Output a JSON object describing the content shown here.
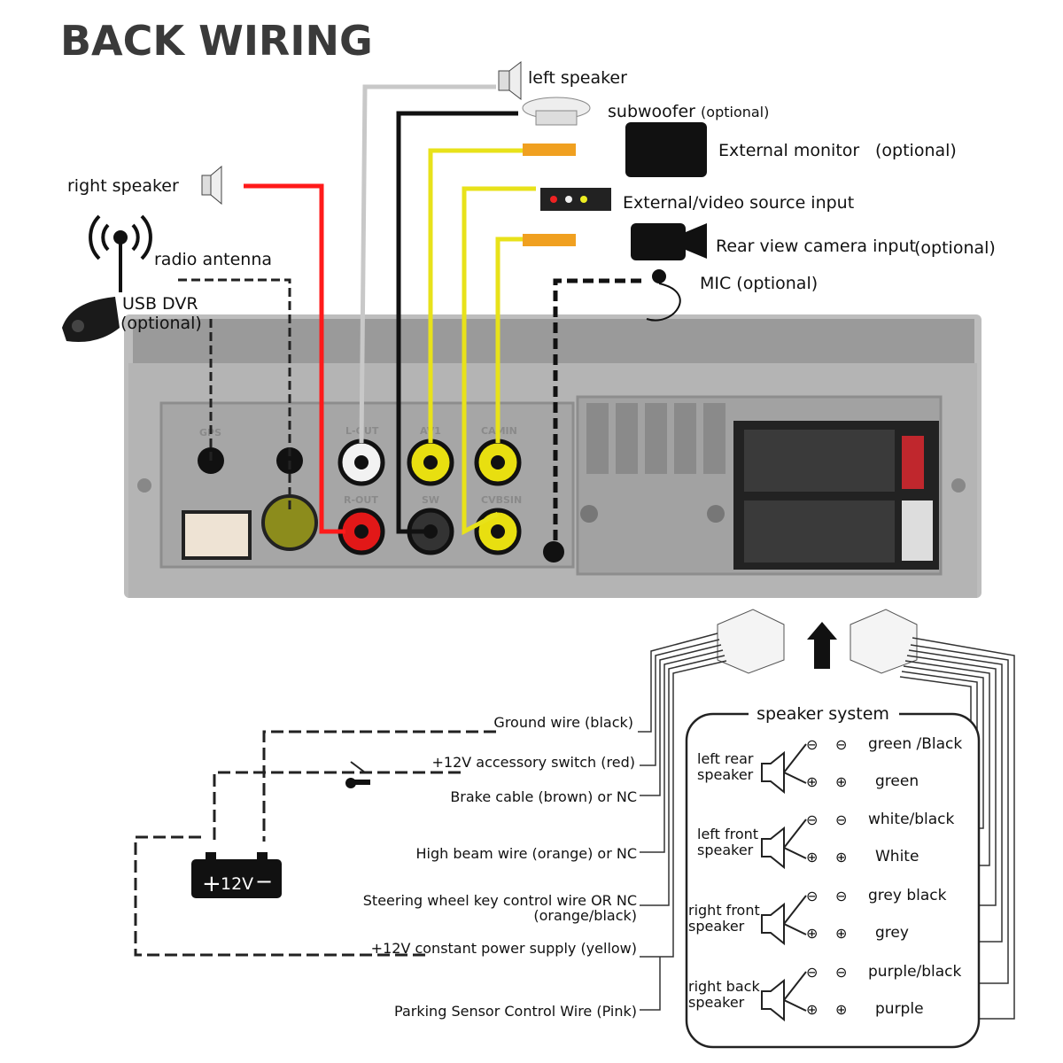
{
  "title": "BACK WIRING",
  "peripherals": {
    "left_speaker": "left speaker",
    "subwoofer": "subwoofer",
    "subwoofer_note": "(optional)",
    "external_monitor": "External monitor",
    "external_monitor_note": "(optional)",
    "video_input": "External/video source input",
    "rear_camera": "Rear view camera input",
    "rear_camera_note": "(optional)",
    "mic": "MIC (optional)",
    "right_speaker": "right speaker",
    "radio_antenna": "radio antenna",
    "usb_dvr": "USB DVR",
    "usb_dvr_note": "(optional)"
  },
  "ports": [
    "GPS",
    "L-OUT",
    "AV1",
    "CAMIN",
    "R-OUT",
    "SW",
    "CVBSIN"
  ],
  "power_wires": [
    "Ground wire (black)",
    "+12V accessory switch (red)",
    "Brake cable (brown) or NC",
    "High beam wire (orange) or NC",
    "Steering wheel key control wire OR NC",
    "(orange/black)",
    "+12V constant power supply (yellow)",
    "Parking Sensor Control Wire (Pink)"
  ],
  "battery": {
    "label": "12V",
    "plus": "+",
    "minus": "−"
  },
  "speaker_system": {
    "title": "speaker system",
    "speakers": [
      {
        "name_line1": "left rear",
        "name_line2": "speaker",
        "neg": "green /Black",
        "pos": "green"
      },
      {
        "name_line1": "left front",
        "name_line2": "speaker",
        "neg": "white/black",
        "pos": "White"
      },
      {
        "name_line1": "right front",
        "name_line2": "speaker",
        "neg": "grey black",
        "pos": "grey"
      },
      {
        "name_line1": "right back",
        "name_line2": "speaker",
        "neg": "purple/black",
        "pos": "purple"
      }
    ],
    "neg_symbol": "⊖",
    "pos_symbol": "⊕"
  },
  "colors": {
    "red_wire": "#ff1a1a",
    "yellow_wire": "#e8e21a",
    "grey_wire": "#c8c8c8",
    "black_wire": "#111111",
    "panel": "#a9a9a9"
  }
}
